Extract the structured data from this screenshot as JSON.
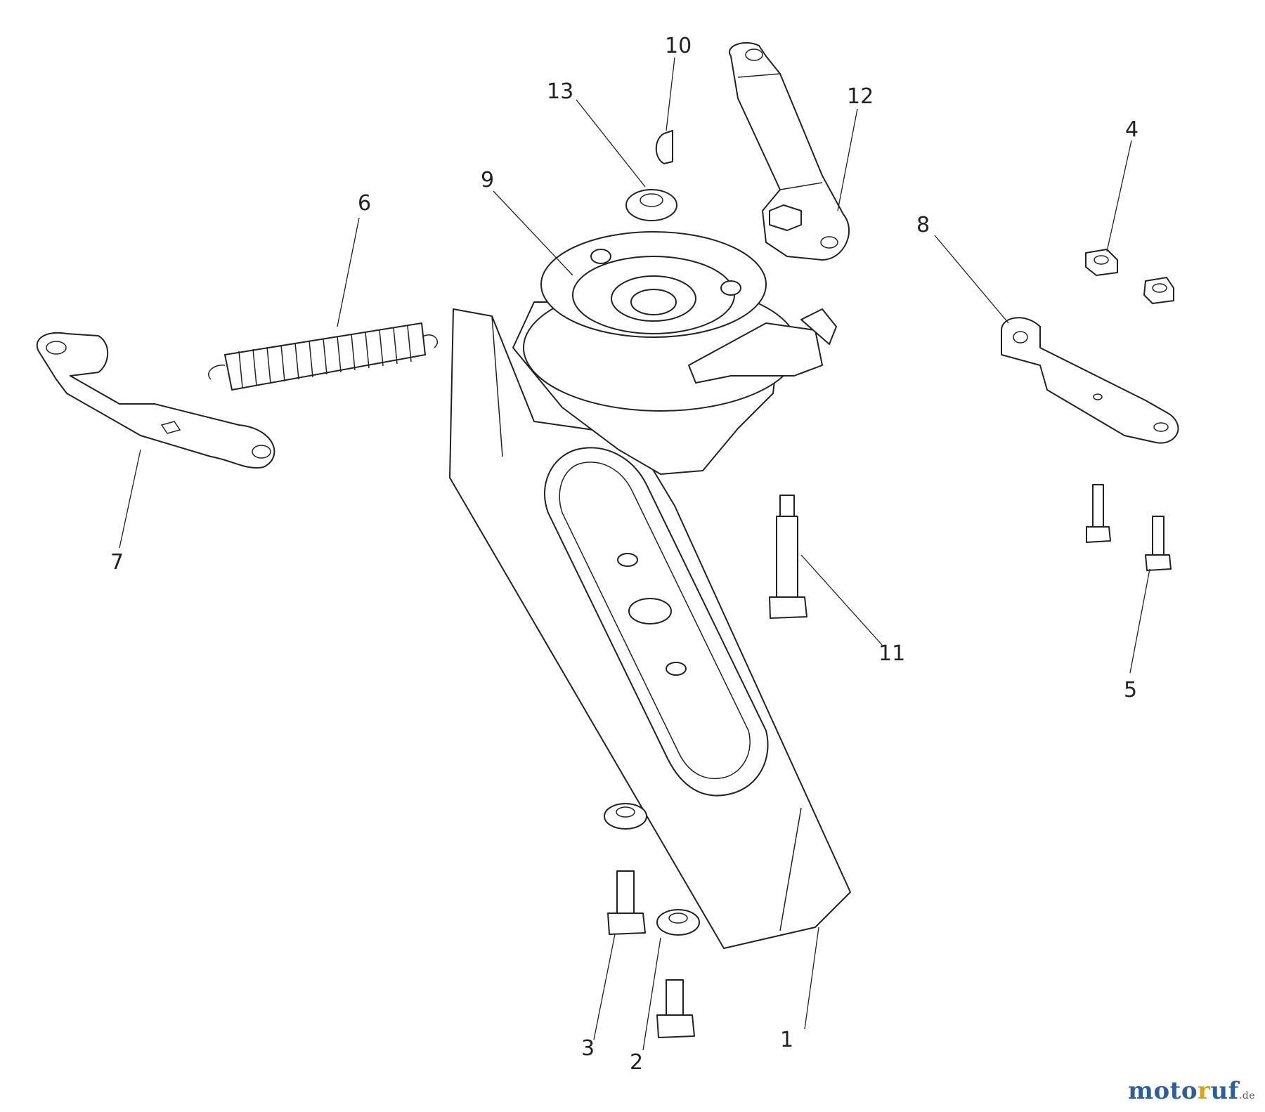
{
  "callouts": [
    {
      "id": "1",
      "text": "1"
    },
    {
      "id": "2",
      "text": "2"
    },
    {
      "id": "3",
      "text": "3"
    },
    {
      "id": "4",
      "text": "4"
    },
    {
      "id": "5",
      "text": "5"
    },
    {
      "id": "6",
      "text": "6"
    },
    {
      "id": "7",
      "text": "7"
    },
    {
      "id": "8",
      "text": "8"
    },
    {
      "id": "9",
      "text": "9"
    },
    {
      "id": "10",
      "text": "10"
    },
    {
      "id": "11",
      "text": "11"
    },
    {
      "id": "12",
      "text": "12"
    },
    {
      "id": "13",
      "text": "13"
    }
  ],
  "watermark": {
    "part1": "moto",
    "part2": "r",
    "part3": "uf",
    "suffix": ".de"
  }
}
